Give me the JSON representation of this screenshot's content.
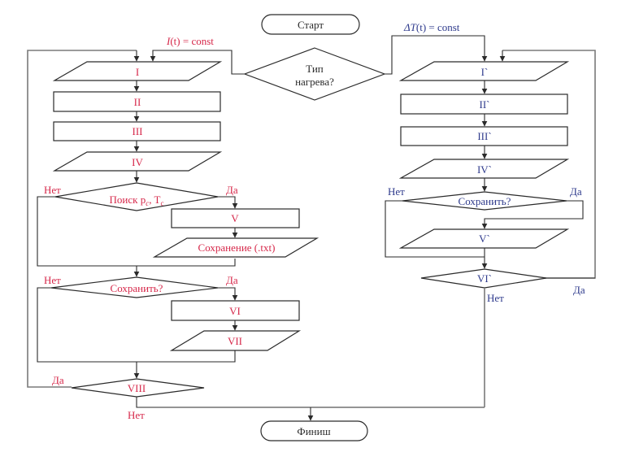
{
  "colors": {
    "left_branch": "#d6284a",
    "right_branch": "#2e3a8c",
    "neutral": "#2a2a2a"
  },
  "start": "Старт",
  "finish": "Финиш",
  "decision_main": {
    "line1": "Тип",
    "line2": "нагрева?"
  },
  "left": {
    "condition": "I(t) = const",
    "condition_italic": "I",
    "condition_rest": "(t) = const",
    "blocks": {
      "b1": "I",
      "b2": "II",
      "b3": "III",
      "b4": "IV",
      "search": "Поиск p",
      "search_sub": "c",
      "search_t": ", T",
      "search_t_sub": "c",
      "b5": "V",
      "save_txt": "Сохранение (.txt)",
      "save_q": "Сохранить?",
      "b6": "VI",
      "b7": "VII",
      "b8": "VIII"
    },
    "labels": {
      "no1": "Нет",
      "yes1": "Да",
      "no2": "Нет",
      "yes2": "Да",
      "yes3": "Да",
      "no3": "Нет"
    }
  },
  "right": {
    "condition_delta": "ΔT",
    "condition_rest": "(t) = const",
    "blocks": {
      "b1": "I`",
      "b2": "II`",
      "b3": "III`",
      "b4": "IV`",
      "save_q": "Сохранить?",
      "b5": "V`",
      "b6": "VI`"
    },
    "labels": {
      "no1": "Нет",
      "yes1": "Да",
      "no2": "Нет",
      "yes2": "Да"
    }
  }
}
